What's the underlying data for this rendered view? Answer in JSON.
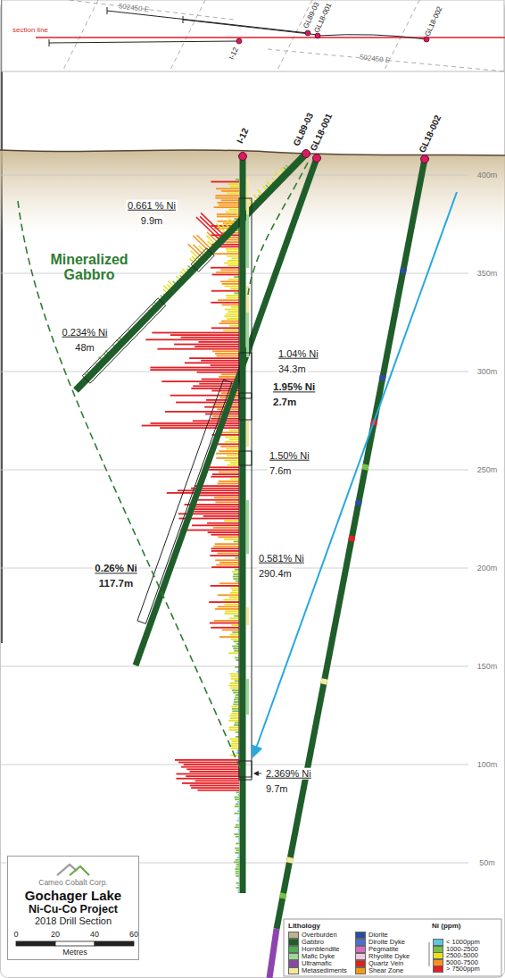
{
  "diagram": {
    "nodes": [
      {
        "text": [
          "Cameo Cobalt Corp.",
          "Gochager Lake",
          "Ni-Cu-Co Project",
          "2018 Drill Section"
        ]
      }
    ],
    "labels": [
      "502450 E",
      "502450 E",
      "section line",
      "I-12",
      "GL89-03",
      "GL18-001",
      "GL18-002",
      "I-12",
      "GL89-03",
      "GL18-001",
      "GL18-002",
      "400m",
      "350m",
      "300m",
      "250m",
      "200m",
      "150m",
      "100m",
      "50m",
      "Mineralized Gabbro",
      "0.661 % Ni",
      "9.9m",
      "0.234% Ni",
      "48m",
      "1.04% Ni",
      "34.3m",
      "1.95% Ni",
      "2.7m",
      "1.50% Ni",
      "7.6m",
      "0.581% Ni",
      "290.4m",
      "0.26% Ni",
      "117.7m",
      "2.369% Ni",
      "9.7m",
      "0",
      "20",
      "40",
      "60",
      "Metres",
      "Lithology",
      "Ni (ppm)"
    ],
    "legend": [
      {
        "text": "Overburden",
        "color": "#b9b48c"
      },
      {
        "text": "Gabbro",
        "color": "#1f5e2a"
      },
      {
        "text": "Hornblendite",
        "color": "#4caf50"
      },
      {
        "text": "Mafic Dyke",
        "color": "#9ed79a"
      },
      {
        "text": "Ultramafic",
        "color": "#8e44ad"
      },
      {
        "text": "Metasediments",
        "color": "#f3e79b"
      },
      {
        "text": "Diorite",
        "color": "#2a4d9e"
      },
      {
        "text": "Diroite Dyke",
        "color": "#4a6fd0"
      },
      {
        "text": "Pegmatite",
        "color": "#d96cc0"
      },
      {
        "text": "Rhyolite Dyke",
        "color": "#f4c6e0"
      },
      {
        "text": "Quartz Vein",
        "color": "#e0201b"
      },
      {
        "text": "Shear Zone",
        "color": "#f39c12"
      },
      {
        "text": "< 1000ppm",
        "color": "#5bc8e0"
      },
      {
        "text": "1000-2500",
        "color": "#7ac143"
      },
      {
        "text": "2500-5000",
        "color": "#e8e020"
      },
      {
        "text": "5000-7500",
        "color": "#f7941d"
      },
      {
        "text": "> 7500ppm",
        "color": "#e31e24"
      }
    ]
  }
}
